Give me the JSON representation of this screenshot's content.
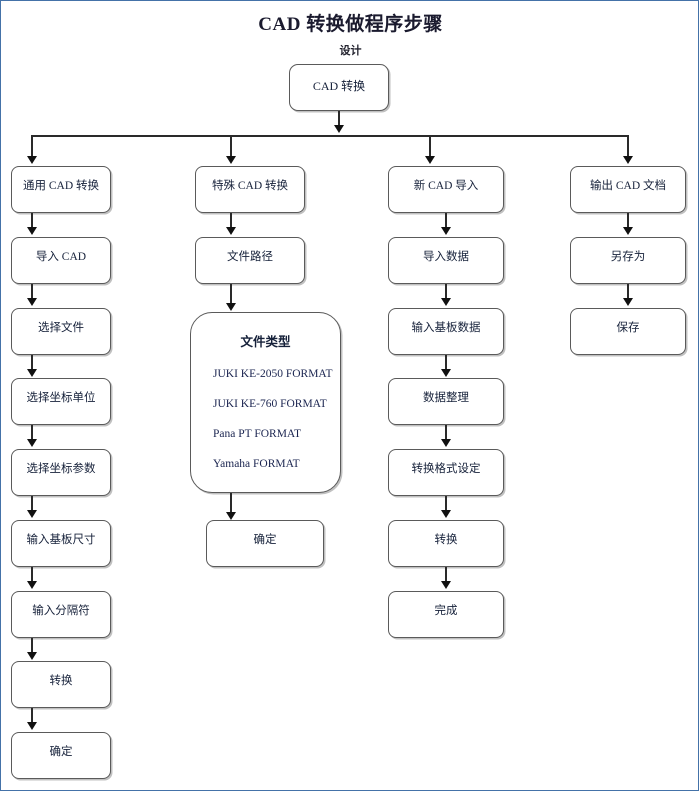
{
  "page": {
    "title": "CAD 转换做程序步骤",
    "subtitle": "设计",
    "border_color": "#4472a8"
  },
  "flow": {
    "root": {
      "label": "CAD 转换"
    },
    "branches": [
      {
        "name": "general-cad-conversion",
        "nodes": [
          {
            "label": "通用 CAD 转换"
          },
          {
            "label": "导入 CAD"
          },
          {
            "label": "选择文件"
          },
          {
            "label": "选择坐标单位"
          },
          {
            "label": "选择坐标参数"
          },
          {
            "label": "输入基板尺寸"
          },
          {
            "label": "输入分隔符"
          },
          {
            "label": "转换"
          },
          {
            "label": "确定"
          }
        ]
      },
      {
        "name": "special-cad-conversion",
        "nodes": [
          {
            "label": "特殊 CAD 转换"
          },
          {
            "label": "文件路径"
          },
          {
            "label": "确定"
          }
        ],
        "filetype_panel": {
          "title": "文件类型",
          "items": [
            "JUKI KE-2050 FORMAT",
            "JUKI KE-760 FORMAT",
            "Pana PT FORMAT",
            "Yamaha FORMAT"
          ]
        }
      },
      {
        "name": "new-cad-import",
        "nodes": [
          {
            "label": "新 CAD 导入"
          },
          {
            "label": "导入数据"
          },
          {
            "label": "输入基板数据"
          },
          {
            "label": "数据整理"
          },
          {
            "label": "转换格式设定"
          },
          {
            "label": "转换"
          },
          {
            "label": "完成"
          }
        ]
      },
      {
        "name": "export-cad-document",
        "nodes": [
          {
            "label": "输出 CAD 文档"
          },
          {
            "label": "另存为"
          },
          {
            "label": "保存"
          }
        ]
      }
    ]
  }
}
